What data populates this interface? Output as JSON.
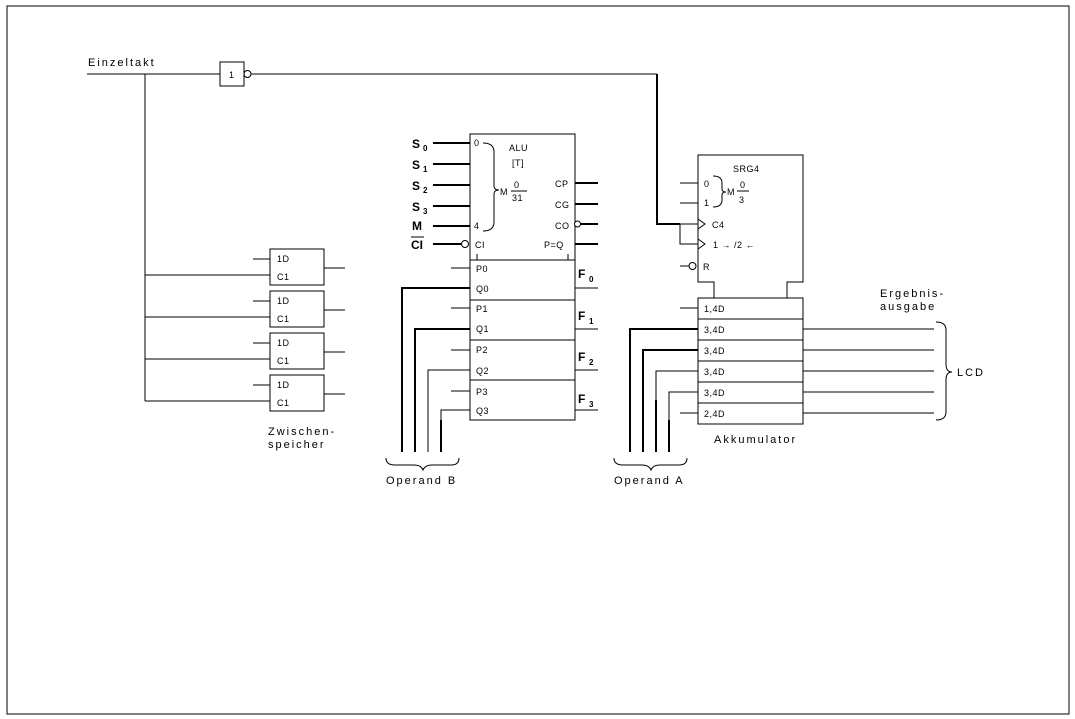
{
  "labels": {
    "einzeltakt": "Einzeltakt",
    "zwischen_1": "Zwischen-",
    "zwischen_2": "speicher",
    "operand_b": "Operand B",
    "operand_a": "Operand A",
    "akkumulator": "Akkumulator",
    "ergebnis_1": "Ergebnis-",
    "ergebnis_2": "ausgabe",
    "lcd": "LCD"
  },
  "inverter": {
    "symbol": "1"
  },
  "latch": {
    "d": "1D",
    "c": "C1"
  },
  "alu": {
    "title": "ALU",
    "subtitle": "[T]",
    "s_inputs": [
      {
        "letter": "S",
        "sub": "0"
      },
      {
        "letter": "S",
        "sub": "1"
      },
      {
        "letter": "S",
        "sub": "2"
      },
      {
        "letter": "S",
        "sub": "3"
      }
    ],
    "m": "M",
    "ci": "CI",
    "pin_0": "0",
    "pin_4": "4",
    "mode_m": "M",
    "mode_num": "0",
    "mode_den": "31",
    "ci_pin": "CI",
    "outputs": [
      "CP",
      "CG",
      "CO",
      "P=Q"
    ],
    "operand_pins": [
      "P0",
      "Q0",
      "P1",
      "Q1",
      "P2",
      "Q2",
      "P3",
      "Q3"
    ],
    "f_outputs": [
      {
        "letter": "F",
        "sub": "0"
      },
      {
        "letter": "F",
        "sub": "1"
      },
      {
        "letter": "F",
        "sub": "2"
      },
      {
        "letter": "F",
        "sub": "3"
      }
    ]
  },
  "srg": {
    "title": "SRG4",
    "pin_0": "0",
    "pin_1": "1",
    "mode_m": "M",
    "mode_num": "0",
    "mode_den": "3",
    "c4": "C4",
    "shift": "1 → /2 ←",
    "r": "R",
    "d_pins": [
      "1,4D",
      "3,4D",
      "3,4D",
      "3,4D",
      "3,4D",
      "2,4D"
    ]
  }
}
